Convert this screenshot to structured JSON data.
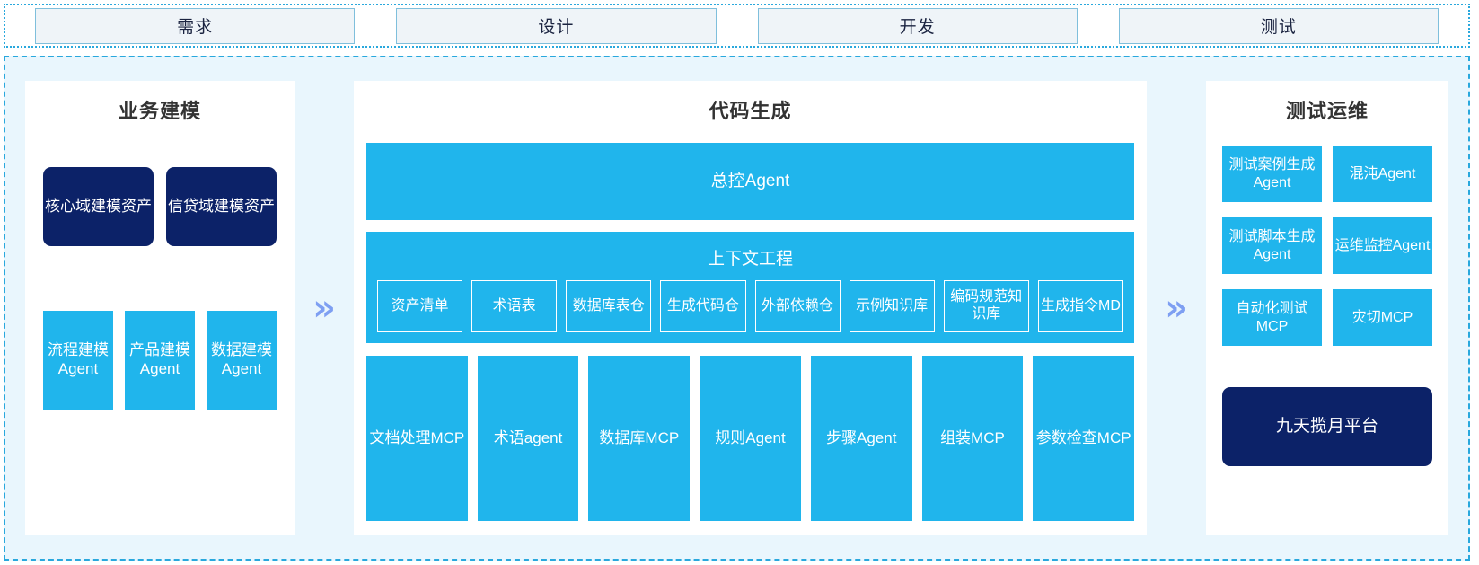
{
  "colors": {
    "cyan": "#20b5ec",
    "navy": "#0c2268",
    "board_bg": "#e9f6fd",
    "dashed_border": "#29a8dd",
    "stage_fill": "#eff4f8",
    "arrow": "#7e9ff2",
    "title": "#333333"
  },
  "stages": [
    {
      "label": "需求"
    },
    {
      "label": "设计"
    },
    {
      "label": "开发"
    },
    {
      "label": "测试"
    }
  ],
  "arrows": {
    "glyph": "»"
  },
  "left_panel": {
    "title": "业务建模",
    "assets": [
      {
        "label": "核心域建模资产"
      },
      {
        "label": "信贷域建模资产"
      }
    ],
    "agents": [
      {
        "label": "流程建模Agent"
      },
      {
        "label": "产品建模Agent"
      },
      {
        "label": "数据建模Agent"
      }
    ]
  },
  "center_panel": {
    "title": "代码生成",
    "master_agent": "总控Agent",
    "context": {
      "title": "上下文工程",
      "chips": [
        {
          "label": "资产清单"
        },
        {
          "label": "术语表"
        },
        {
          "label": "数据库表仓"
        },
        {
          "label": "生成代码仓"
        },
        {
          "label": "外部依赖仓"
        },
        {
          "label": "示例知识库"
        },
        {
          "label": "编码规范知识库"
        },
        {
          "label": "生成指令MD"
        }
      ]
    },
    "tools": [
      {
        "label": "文档处理MCP"
      },
      {
        "label": "术语agent"
      },
      {
        "label": "数据库MCP"
      },
      {
        "label": "规则Agent"
      },
      {
        "label": "步骤Agent"
      },
      {
        "label": "组装MCP"
      },
      {
        "label": "参数检查MCP"
      }
    ]
  },
  "right_panel": {
    "title": "测试运维",
    "items": [
      {
        "label": "测试案例生成Agent"
      },
      {
        "label": "混沌Agent"
      },
      {
        "label": "测试脚本生成Agent"
      },
      {
        "label": "运维监控Agent"
      },
      {
        "label": "自动化测试MCP"
      },
      {
        "label": "灾切MCP"
      }
    ],
    "platform": "九天揽月平台"
  }
}
